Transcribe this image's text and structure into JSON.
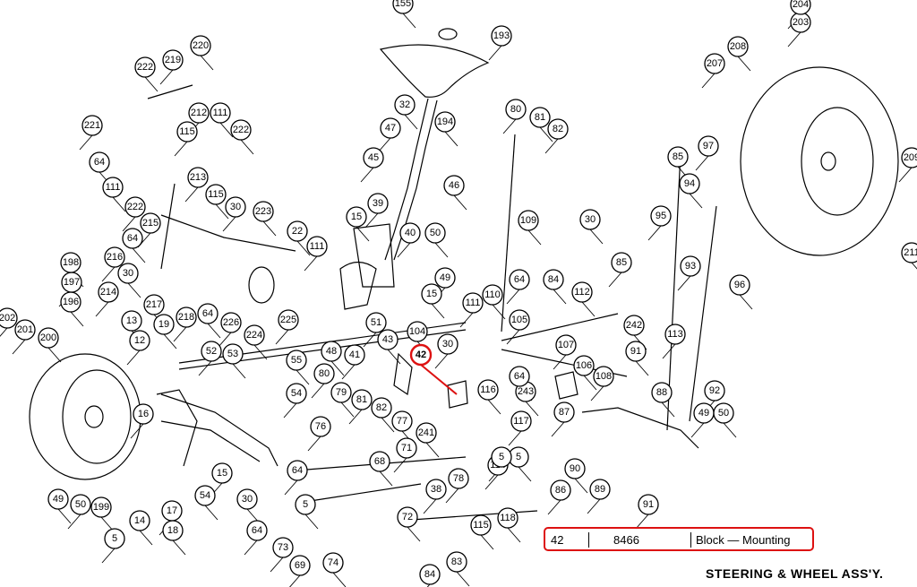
{
  "title": "STEERING & WHEEL ASS'Y.",
  "highlight": {
    "part_number": "42",
    "color": "#dd1111"
  },
  "info_row": {
    "ref": "42",
    "part_no": "8466",
    "description": "Block — Mounting"
  },
  "callouts": [
    "193",
    "32",
    "47",
    "194",
    "45",
    "46",
    "39",
    "15",
    "40",
    "50",
    "49",
    "15",
    "80",
    "81",
    "82",
    "109",
    "64",
    "84",
    "111",
    "110",
    "105",
    "104",
    "30",
    "42",
    "41",
    "43",
    "51",
    "48",
    "52",
    "53",
    "54",
    "55",
    "80",
    "79",
    "81",
    "82",
    "76",
    "77",
    "71",
    "241",
    "78",
    "68",
    "64",
    "5",
    "38",
    "72",
    "73",
    "74",
    "69",
    "83",
    "84",
    "115",
    "114",
    "118",
    "86",
    "116",
    "117",
    "5",
    "107",
    "106",
    "108",
    "243",
    "87",
    "90",
    "89",
    "91",
    "91",
    "88",
    "49",
    "50",
    "92",
    "112",
    "113",
    "242",
    "93",
    "85",
    "85",
    "30",
    "95",
    "94",
    "97",
    "96",
    "203",
    "208",
    "207",
    "220",
    "219",
    "222",
    "212",
    "111",
    "115",
    "222",
    "221",
    "64",
    "213",
    "111",
    "222",
    "115",
    "215",
    "64",
    "216",
    "30",
    "214",
    "217",
    "218",
    "64",
    "226",
    "223",
    "30",
    "224",
    "225",
    "22",
    "111",
    "13",
    "12",
    "19",
    "16",
    "196",
    "197",
    "198",
    "201",
    "200",
    "202",
    "49",
    "50",
    "199",
    "5",
    "14",
    "17",
    "18",
    "15",
    "30",
    "64",
    "54",
    "209",
    "211",
    "204",
    "155",
    "5",
    "64"
  ]
}
